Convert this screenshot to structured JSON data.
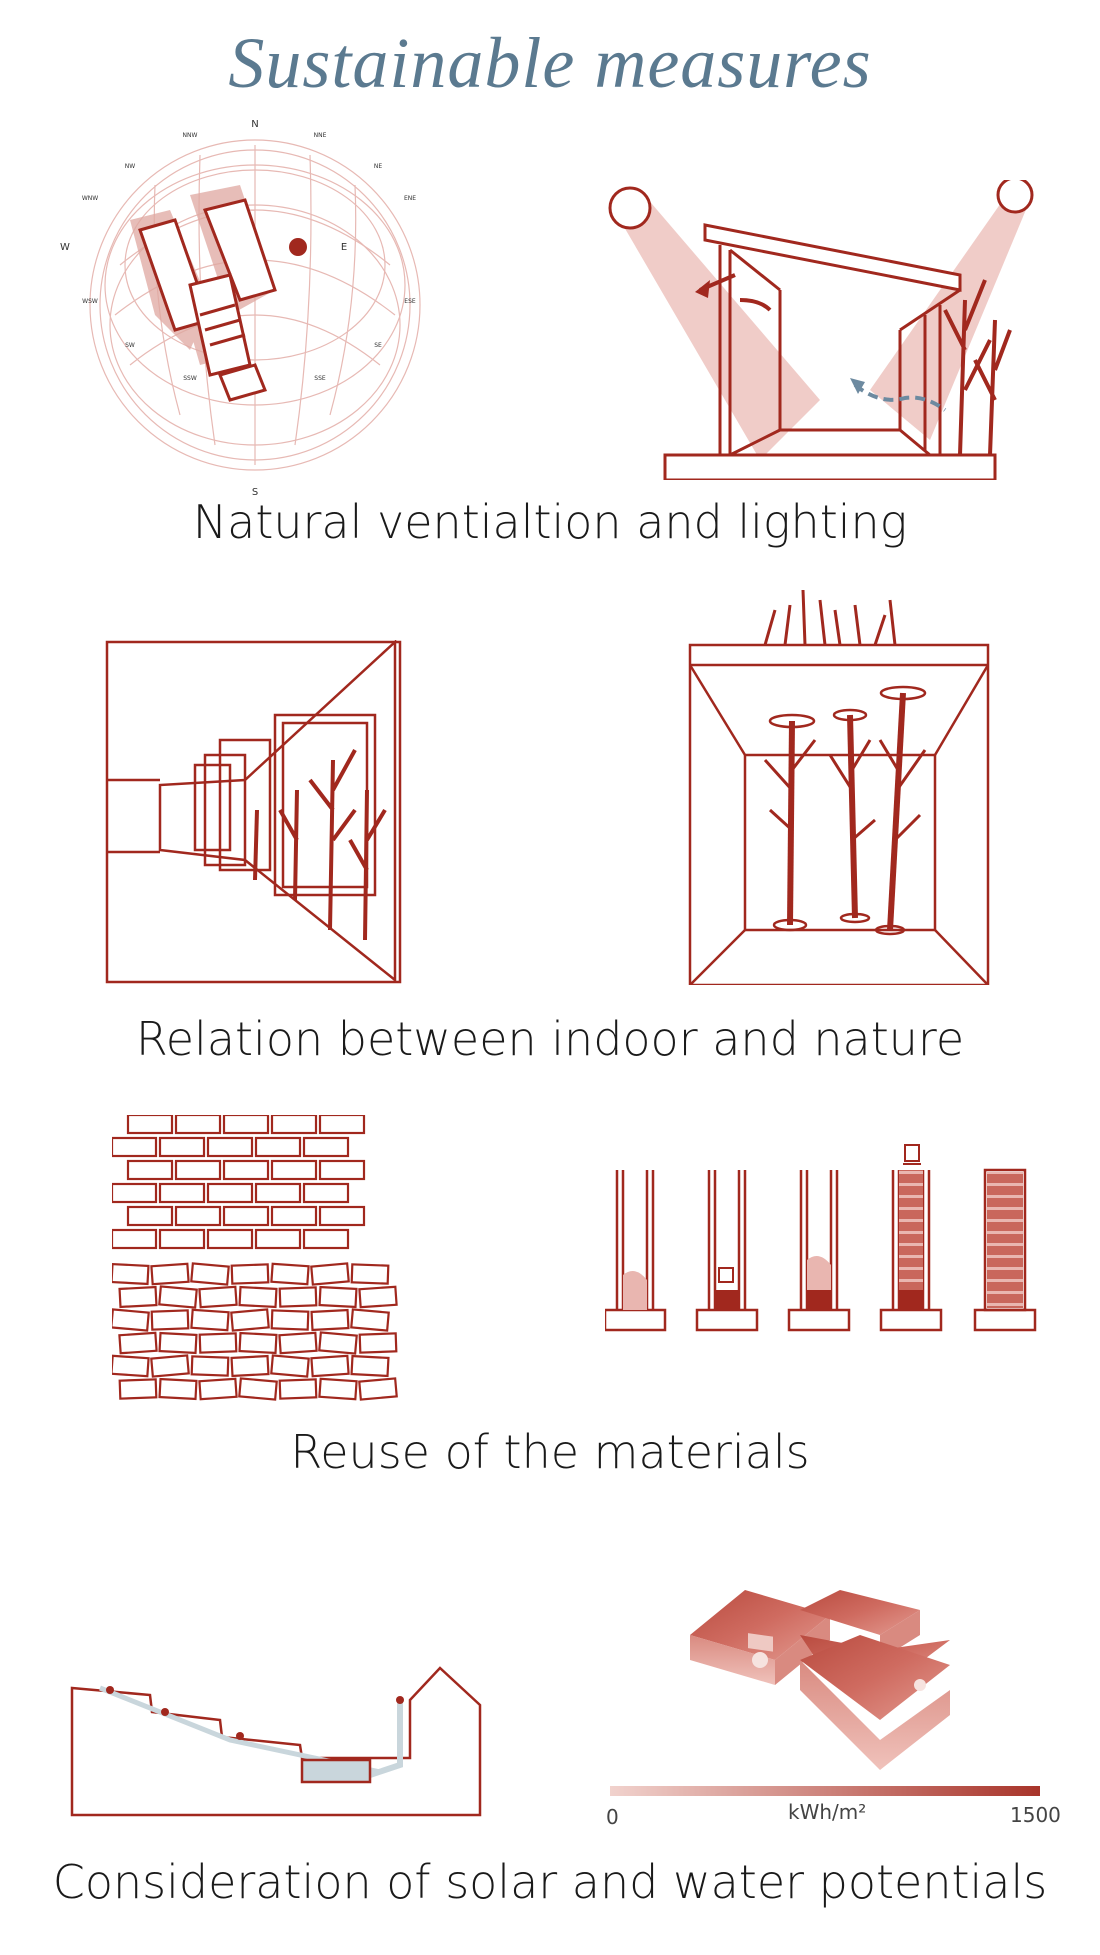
{
  "title": "Sustainable measures",
  "colors": {
    "line": "#a1281e",
    "fill_light": "#e9b6b0",
    "fill_mid": "#c9675c",
    "title": "#5b7a90",
    "water": "#c9d6dc",
    "blue_arrow": "#6d8aa0"
  },
  "sections": [
    {
      "caption": "Natural ventialtion and lighting"
    },
    {
      "caption": "Relation between indoor and nature"
    },
    {
      "caption": "Reuse of the materials"
    },
    {
      "caption": "Consideration of solar and water potentials"
    }
  ],
  "compass": {
    "N": "N",
    "S": "S",
    "E": "E",
    "W": "W",
    "NNW": "NNW",
    "NNE": "NNE",
    "NW": "NW",
    "NE": "NE",
    "WNW": "WNW",
    "ENE": "ENE",
    "WSW": "WSW",
    "ESE": "ESE",
    "SW": "SW",
    "SE": "SE",
    "SSW": "SSW",
    "SSE": "SSE"
  },
  "solar_legend": {
    "min": "0",
    "unit": "kWh/m²",
    "max": "1500"
  }
}
